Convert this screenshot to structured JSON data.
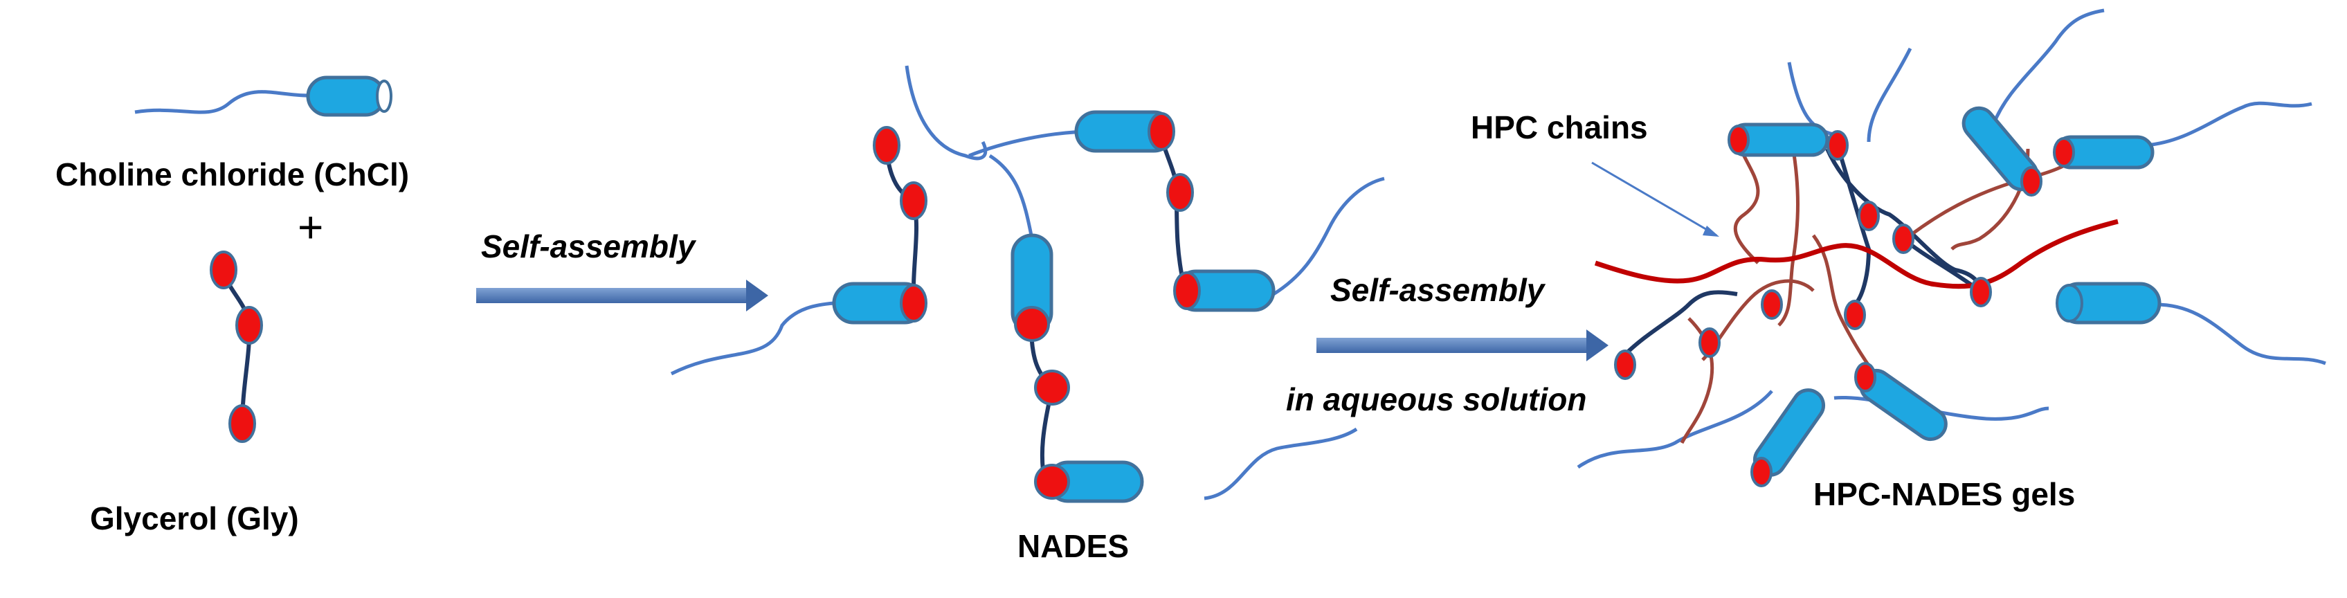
{
  "labels": {
    "choline": "Choline chloride (ChCl)",
    "plus": "+",
    "glycerol": "Glycerol (Gly)",
    "arrow1": "Self-assembly",
    "nades": "NADES",
    "arrow2_line1": "Self-assembly",
    "arrow2_line2": "in aqueous solution",
    "hpc_chains": "HPC chains",
    "gels": "HPC-NADES gels"
  },
  "colors": {
    "cylinder_fill": "#1ea7e1",
    "cylinder_stroke": "#41719c",
    "tail": "#4a7ac7",
    "glycerol_bead": "#ee1111",
    "glycerol_link": "#1f3864",
    "hpc_main": "#c00000",
    "hpc_branch": "#a0453a",
    "arrow": "#4f7ab8"
  }
}
